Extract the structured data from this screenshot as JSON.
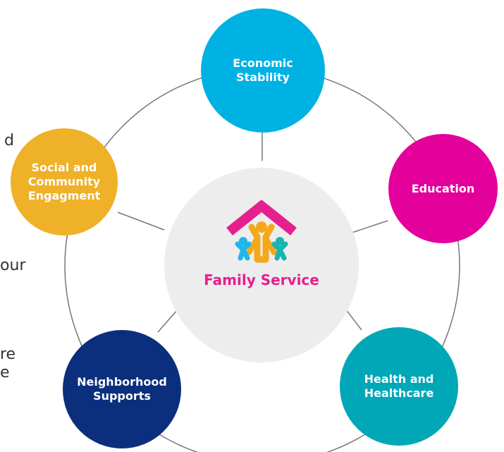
{
  "clipped_text": [
    "d",
    "our",
    "re",
    "e"
  ],
  "center": {
    "label": "Family Service"
  },
  "nodes": [
    {
      "label": "Economic\nStability",
      "color": "#00b2e3"
    },
    {
      "label": "Education",
      "color": "#e4009a"
    },
    {
      "label": "Health and\nHealthcare",
      "color": "#00a7b7"
    },
    {
      "label": "Neighborhood\nSupports",
      "color": "#0b2f7d"
    },
    {
      "label": "Social and\nCommunity\nEngagment",
      "color": "#efb127"
    }
  ],
  "colors": {
    "ring": "#777777",
    "center_fill": "#ededed",
    "brand_pink": "#e61f8f",
    "brand_orange": "#f4a81b",
    "brand_blue": "#1fb6e8",
    "brand_teal": "#18b4b2"
  }
}
